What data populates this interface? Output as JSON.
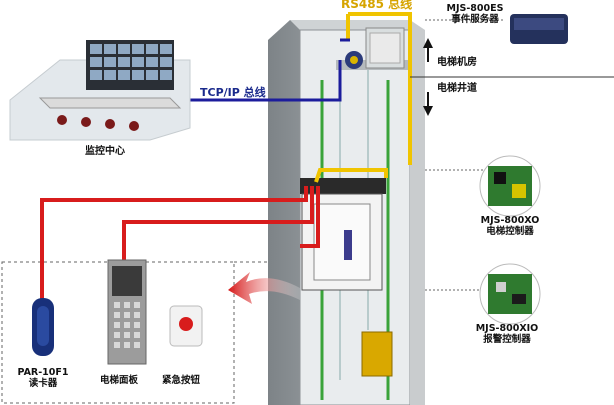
{
  "bus": {
    "rs485": "RS485 总线",
    "tcpip": "TCP/IP 总线"
  },
  "monitoring_center": "监控中心",
  "machine_room": "电梯机房",
  "shaft": "电梯井道",
  "devices": {
    "event_server": {
      "model": "MJS-800ES",
      "name": "事件服务器"
    },
    "elevator_controller": {
      "model": "MJS-800XO",
      "name": "电梯控制器"
    },
    "alarm_controller": {
      "model": "MJS-800XIO",
      "name": "报警控制器"
    },
    "card_reader": {
      "model": "PAR-10F1",
      "name": "读卡器"
    },
    "elevator_panel": {
      "name": "电梯面板"
    },
    "emergency_button": {
      "name": "紧急按钮"
    }
  },
  "colors": {
    "rs485_line": "#f0c400",
    "tcpip_line": "#1c1c9c",
    "signal_line": "#d81c1c",
    "shaft_wall": "#9aa0a4",
    "rail": "#3aa33a"
  }
}
